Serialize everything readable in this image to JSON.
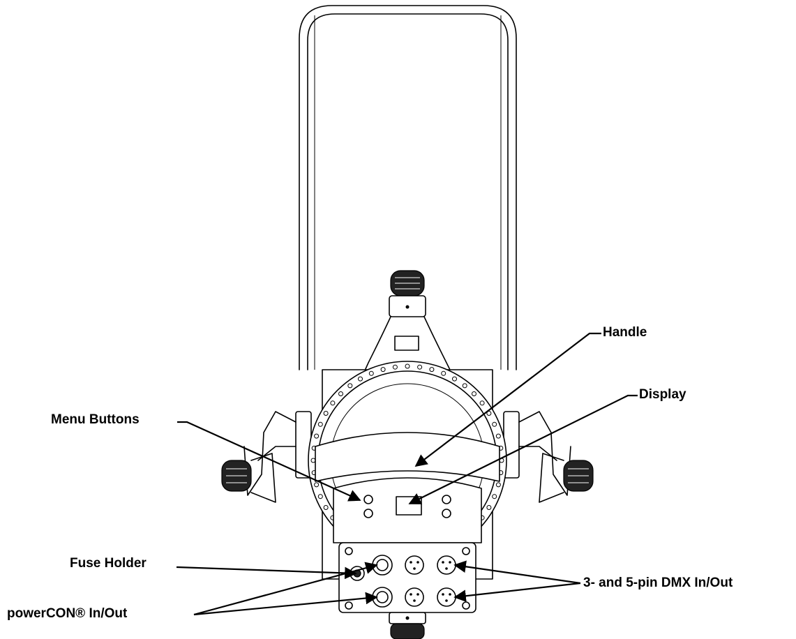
{
  "callouts": {
    "handle": "Handle",
    "display": "Display",
    "menu_buttons": "Menu Buttons",
    "fuse_holder": "Fuse Holder",
    "dmx": "3- and 5-pin DMX In/Out",
    "powercon": "powerCON® In/Out"
  },
  "icons": {
    "fixture": "ellipsoidal-fixture-rear-view-icon"
  }
}
